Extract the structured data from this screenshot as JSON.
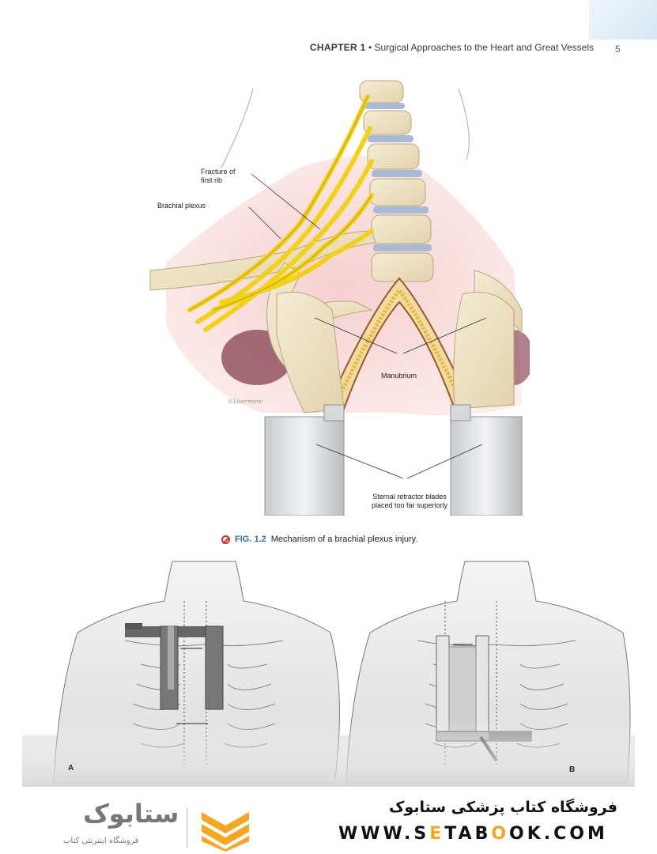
{
  "header": {
    "chapter": "CHAPTER 1",
    "bullet": "•",
    "title": "Surgical Approaches to the Heart and Great Vessels",
    "page_number": "5"
  },
  "figure1": {
    "labels": {
      "fracture": [
        "Fracture of",
        "first rib"
      ],
      "brachial_plexus": "Brachial plexus",
      "manubrium": "Manubrium",
      "retractor": [
        "Sternal retractor blades",
        "placed too far superiorly"
      ]
    },
    "caption_number": "FIG. 1.2",
    "caption_text": "Mechanism of a brachial plexus injury."
  },
  "figure2": {
    "panel_a": "A",
    "panel_b": "B"
  },
  "footer": {
    "store_name": "فروشگاه کتاب پزشکی ستابوک",
    "url_part1": "WWW.S",
    "url_o1": "E",
    "url_part2": "TAB",
    "url_o2": "O",
    "url_part3": "OK.COM",
    "logo_word": "ستابوک",
    "logo_sub": "فروشگاه اینترنتی کتاب"
  },
  "colors": {
    "accent_blue": "#2a6fb5",
    "logo_orange": "#f5a623",
    "warning_red": "#d0302a"
  }
}
